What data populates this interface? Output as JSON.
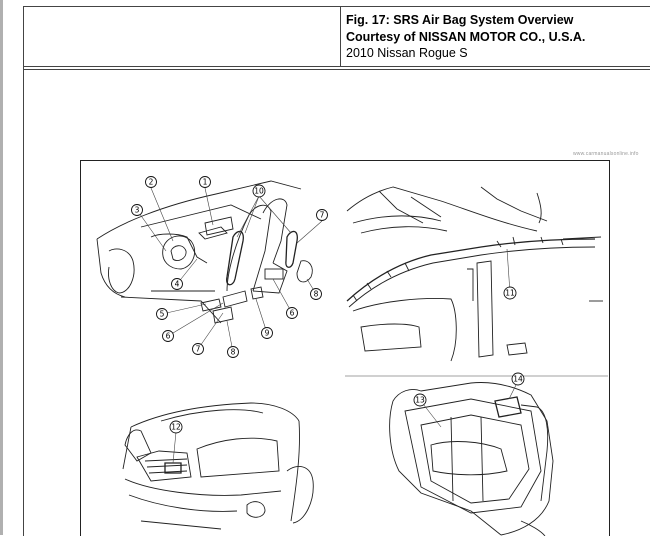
{
  "caption": {
    "line1": "Fig. 17: SRS Air Bag System Overview",
    "line2": "Courtesy of NISSAN MOTOR CO., U.S.A.",
    "line3": "2010 Nissan Rogue S"
  },
  "watermark": "www.carmanualsonline.info",
  "callouts": [
    "1",
    "2",
    "3",
    "4",
    "5",
    "6",
    "7",
    "8",
    "9",
    "10",
    "11",
    "12",
    "13",
    "14"
  ]
}
